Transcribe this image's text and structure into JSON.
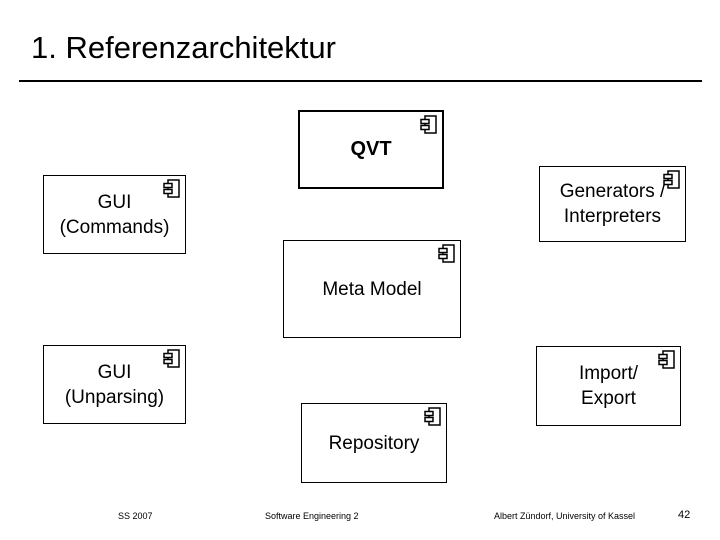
{
  "slide": {
    "title": "1. Referenzarchitektur",
    "footer": {
      "semester": "SS 2007",
      "course": "Software Engineering 2",
      "author": "Albert Zündorf, University of Kassel",
      "page_number": "42"
    }
  },
  "diagram": {
    "type": "uml-component-diagram",
    "colors": {
      "background": "#ffffff",
      "border": "#000000",
      "text": "#000000"
    },
    "components": {
      "qvt": {
        "label": "QVT",
        "icon": "component-icon",
        "emphasis": "bold"
      },
      "gui_commands": {
        "label": "GUI\n(Commands)",
        "icon": "component-icon"
      },
      "generators_interpreters": {
        "label": "Generators /\nInterpreters",
        "icon": "component-icon"
      },
      "meta_model": {
        "label": "Meta Model",
        "icon": "component-icon"
      },
      "gui_unparsing": {
        "label": "GUI\n(Unparsing)",
        "icon": "component-icon"
      },
      "import_export": {
        "label": "Import/\nExport",
        "icon": "component-icon"
      },
      "repository": {
        "label": "Repository",
        "icon": "component-icon"
      }
    }
  }
}
